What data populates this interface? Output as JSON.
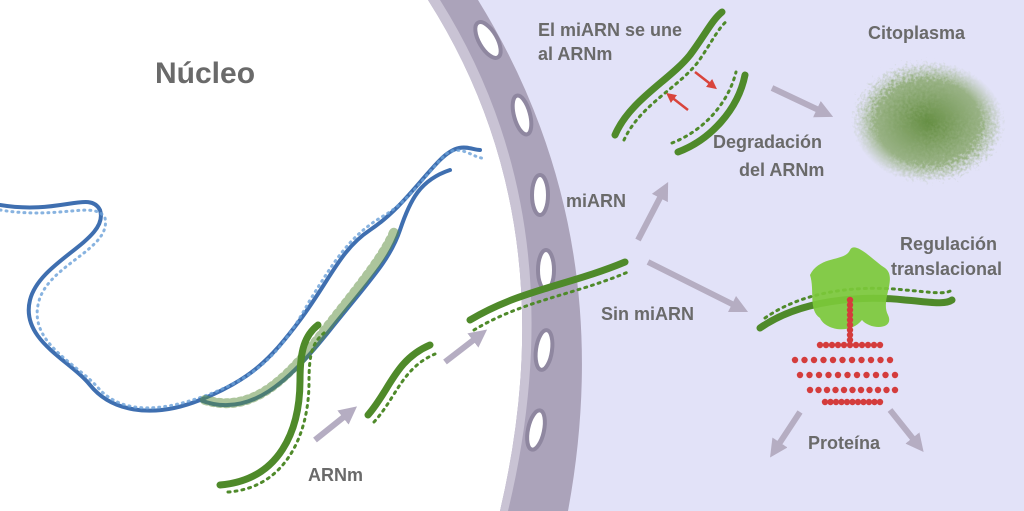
{
  "labels": {
    "nucleus": "Núcleo",
    "mirna_binds_line1": "El miARN se une",
    "mirna_binds_line2": "al ARNm",
    "cytoplasm": "Citoplasma",
    "degradation_line1": "Degradación",
    "degradation_line2": "del ARNm",
    "mirna": "miARN",
    "translational_line1": "Regulación",
    "translational_line2": "translacional",
    "no_mirna": "Sin miARN",
    "mrna": "ARNm",
    "protein": "Proteína"
  },
  "colors": {
    "cytoplasm_bg": "#e2e2f8",
    "nucleus_bg": "#ffffff",
    "membrane": "#aba3ba",
    "rna": "#4f8a2a",
    "dna": "#3f6fb0",
    "arrow": "#b5adc2",
    "binding_arrow": "#d9443c",
    "protein": "#d43c3c",
    "ribosome": "#7cc93a",
    "text": "#6a6a6a"
  }
}
